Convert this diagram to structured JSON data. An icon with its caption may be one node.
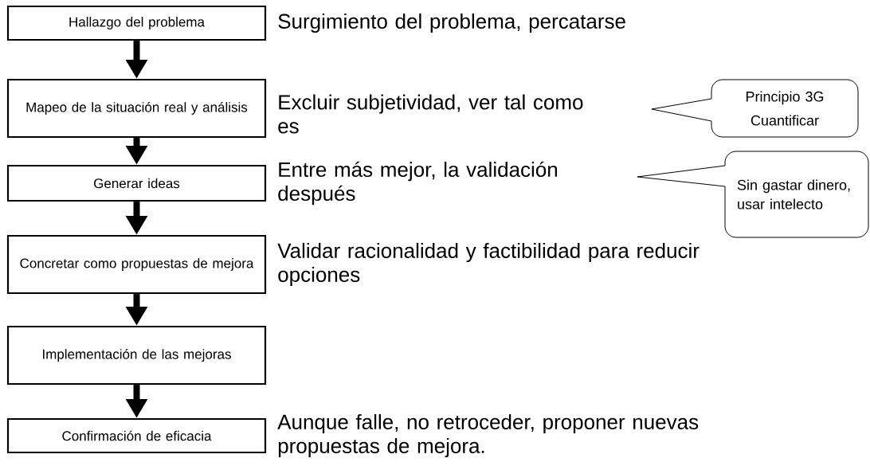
{
  "diagram": {
    "nodes": [
      {
        "text": [
          "Hallazgo del problema"
        ],
        "beside": [
          "Surgimiento del problema, percatarse"
        ]
      },
      {
        "text": [
          "Mapeo de la situación real y análisis"
        ],
        "beside": [
          "Excluir subjetividad, ver tal como es"
        ]
      },
      {
        "text": [
          "Generar ideas"
        ],
        "beside": [
          "Entre más mejor, la validación después"
        ]
      },
      {
        "text": [
          "Concretar como propuestas de mejora"
        ],
        "beside": [
          "Validar racionalidad y factibilidad para reducir opciones"
        ]
      },
      {
        "text": [
          "Implementación de las mejoras"
        ]
      },
      {
        "text": [
          "Confirmación de eficacia"
        ],
        "beside": [
          "Aunque falle, no retroceder, proponer nuevas propuestas de mejora."
        ]
      },
      {
        "text": [
          "Principio 3G",
          "Cuantificar"
        ]
      },
      {
        "text": [
          "Sin gastar dinero, usar intelecto"
        ]
      }
    ],
    "edges": [
      {
        "from": 0,
        "to": 1,
        "arrow": "to"
      },
      {
        "from": 1,
        "to": 2,
        "arrow": "to"
      },
      {
        "from": 2,
        "to": 3,
        "arrow": "to"
      },
      {
        "from": 3,
        "to": 4,
        "arrow": "to"
      },
      {
        "from": 4,
        "to": 5,
        "arrow": "to"
      }
    ]
  }
}
